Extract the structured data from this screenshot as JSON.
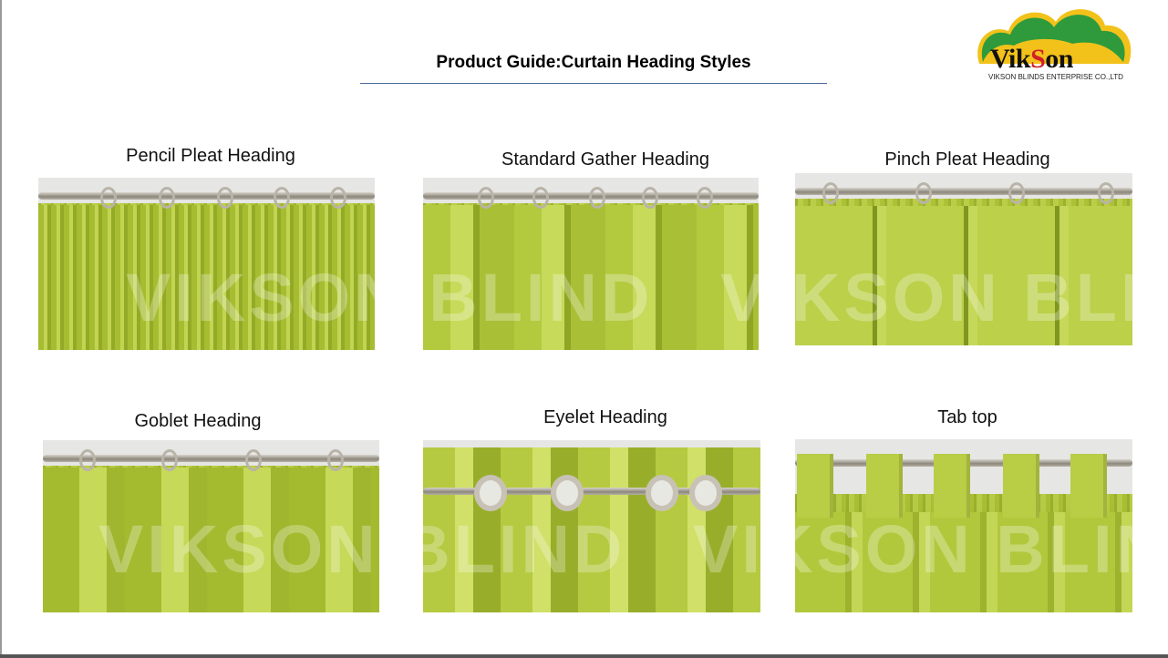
{
  "title": "Product Guide:Curtain Heading Styles",
  "logo": {
    "brand_a": "Vik",
    "brand_s": "S",
    "brand_b": "on",
    "subtitle": "VIKSON BLINDS ENTERPRISE CO.,LTD",
    "colors": {
      "green": "#2e9a3c",
      "yellow": "#f2c21a",
      "red": "#d0202a"
    }
  },
  "styles": [
    {
      "label": "Pencil Pleat Heading"
    },
    {
      "label": "Standard Gather Heading"
    },
    {
      "label": "Pinch Pleat Heading"
    },
    {
      "label": "Goblet Heading"
    },
    {
      "label": "Eyelet Heading"
    },
    {
      "label": "Tab top"
    }
  ],
  "watermark": "VIKSON BLIND   VIKSON BLIND",
  "fabric_color": "#b0c63a"
}
